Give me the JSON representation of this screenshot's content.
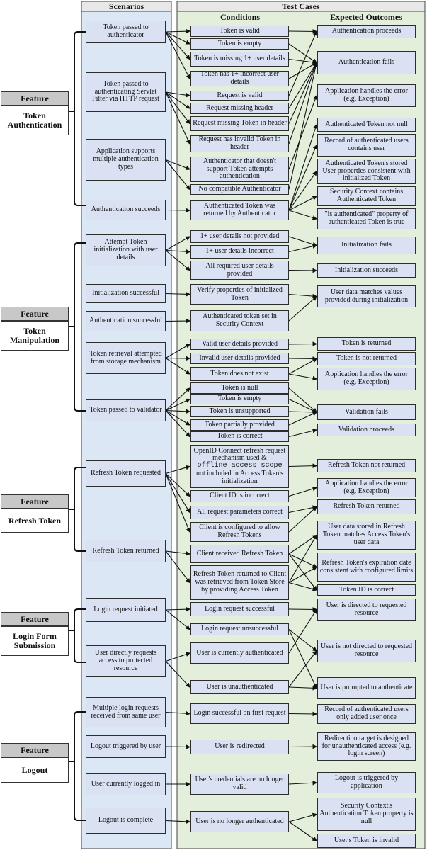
{
  "headers": {
    "scenarios": "Scenarios",
    "test_cases": "Test Cases",
    "conditions": "Conditions",
    "outcomes": "Expected Outcomes"
  },
  "features": [
    {
      "head": "Feature",
      "name": "Token Authentication"
    },
    {
      "head": "Feature",
      "name": "Token Manipulation"
    },
    {
      "head": "Feature",
      "name": "Refresh Token"
    },
    {
      "head": "Feature",
      "name": "Login Form Submission"
    },
    {
      "head": "Feature",
      "name": "Logout"
    }
  ],
  "scenarios": [
    "Token passed to authenticator",
    "Token passed to authenticating Servlet Filter via HTTP request",
    "Application supports multiple authentication types",
    "Authentication succeeds",
    "Attempt Token initialization with user details",
    "Initialization successful",
    "Authentication successful",
    "Token retrieval attempted from storage mechanism",
    "Token passed to validator",
    "Refresh Token requested",
    "Refresh Token returned",
    "Login request initiated",
    "User directly requests access to protected resource",
    "Multiple login requests received from same user",
    "Logout triggered by user",
    "User currently logged in",
    "Logout is complete"
  ],
  "conditions": [
    "Token is valid",
    "Token is empty",
    "Token is missing 1+ user details",
    "Token has 1+ incorrect user details",
    "Request is valid",
    "Request missing header",
    "Request missing Token in header",
    "Request has invalid Token in header",
    "Authenticator that doesn't support Token attempts authentication",
    "No compatible Authenticator",
    "Authenticated Token was returned by Authenticator",
    "1+ user details not provided",
    "1+ user details incorrect",
    "All required user details provided",
    "Verify properties of initialized Token",
    "Authenticated token set in Security Context",
    "Valid user details provided",
    "Invalid user details provided",
    "Token does not exist",
    "Token is null",
    "Token is empty",
    "Token is unsupported",
    "Token partially provided",
    "Token is correct",
    "OpenID Connect refresh request mechanism used & offline_access scope not included in Access Token's initialization",
    "Client ID is incorrect",
    "All request parameters correct",
    "Client is configured to allow Refresh Tokens",
    "Client received Refresh Token",
    "Refresh Token returned to Client was retrieved from Token Store by providing Access Token",
    "Login request successful",
    "Login request unsuccessful",
    "User is currently authenticated",
    "User is unauthenticated",
    "Login successful on first request",
    "User is redirected",
    "User's credentials are no longer valid",
    "User is no longer authenticated"
  ],
  "openid_parts": [
    "OpenID Connect refresh request mechanism used &",
    "offline_access scope",
    "not included in Access Token's initialization"
  ],
  "outcomes": [
    "Authentication proceeds",
    "Authentication fails",
    "Application handles the error (e.g. Exception)",
    "Authenticated Token not null",
    "Record of authenticated users contains user",
    "Authenticated Token's stored User properties consistent with initialized Token",
    "Security Context contains Authenticated Token",
    "\"is authenticated\" property of authenticated Token is true",
    "Initialization fails",
    "Initialization succeeds",
    "User data matches values provided during initialization",
    "Token is returned",
    "Token is not returned",
    "Application handles the error (e.g. Exception)",
    "Validation fails",
    "Validation proceeds",
    "Refresh Token not returned",
    "Application handles the error (e.g. Exception)",
    "Refresh Token returned",
    "User data stored in Refresh Token matches Access Token's user data",
    "Refresh Token's expiration date consistent with configured limits",
    "Token ID is correct",
    "User is directed to requested resource",
    "User is not directed to requested resource",
    "User is prompted to authenticate",
    "Record of authenticated users only added user once",
    "Redirection target is designed for unauthenticated access (e.g. login screen)",
    "Logout is triggered by application",
    "Security Context's Authentication Token property is null",
    "User's Token is invalid"
  ],
  "colors": {
    "scenario_panel": "#dbe7f4",
    "test_panel": "#e3eedb",
    "box_fill": "#d9e1f2",
    "feature_head": "#c8c8c8",
    "line": "#111111"
  }
}
